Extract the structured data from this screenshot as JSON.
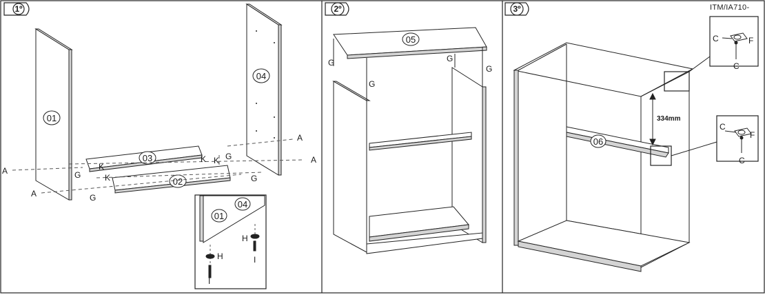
{
  "document": {
    "code": "ITM/IA710-"
  },
  "steps": [
    {
      "number": "1º",
      "parts": [
        "01",
        "02",
        "03",
        "04"
      ],
      "hardware_labels": {
        "A": "A",
        "G": "G",
        "K": "K",
        "H": "H",
        "I": "I"
      },
      "detail": {
        "parts": [
          "01",
          "04"
        ]
      }
    },
    {
      "number": "2º",
      "parts": [
        "05"
      ],
      "hardware_labels": {
        "G": "G"
      }
    },
    {
      "number": "3º",
      "parts": [
        "06"
      ],
      "dimension": "334mm",
      "hardware_labels": {
        "C": "C",
        "F": "F"
      }
    }
  ]
}
